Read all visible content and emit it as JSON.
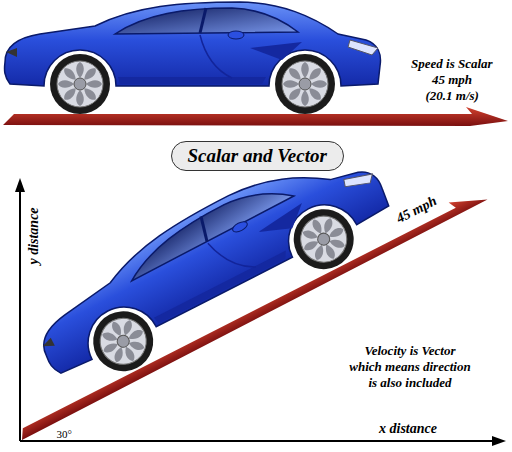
{
  "diagram": {
    "title": "Scalar and Vector",
    "labels": [
      "Speed is Scalar",
      "45 mph",
      "(20.1 m/s)",
      "45 mph",
      "y distance",
      "Velocity is Vector which means direction is also included",
      "30°",
      "x distance"
    ]
  }
}
